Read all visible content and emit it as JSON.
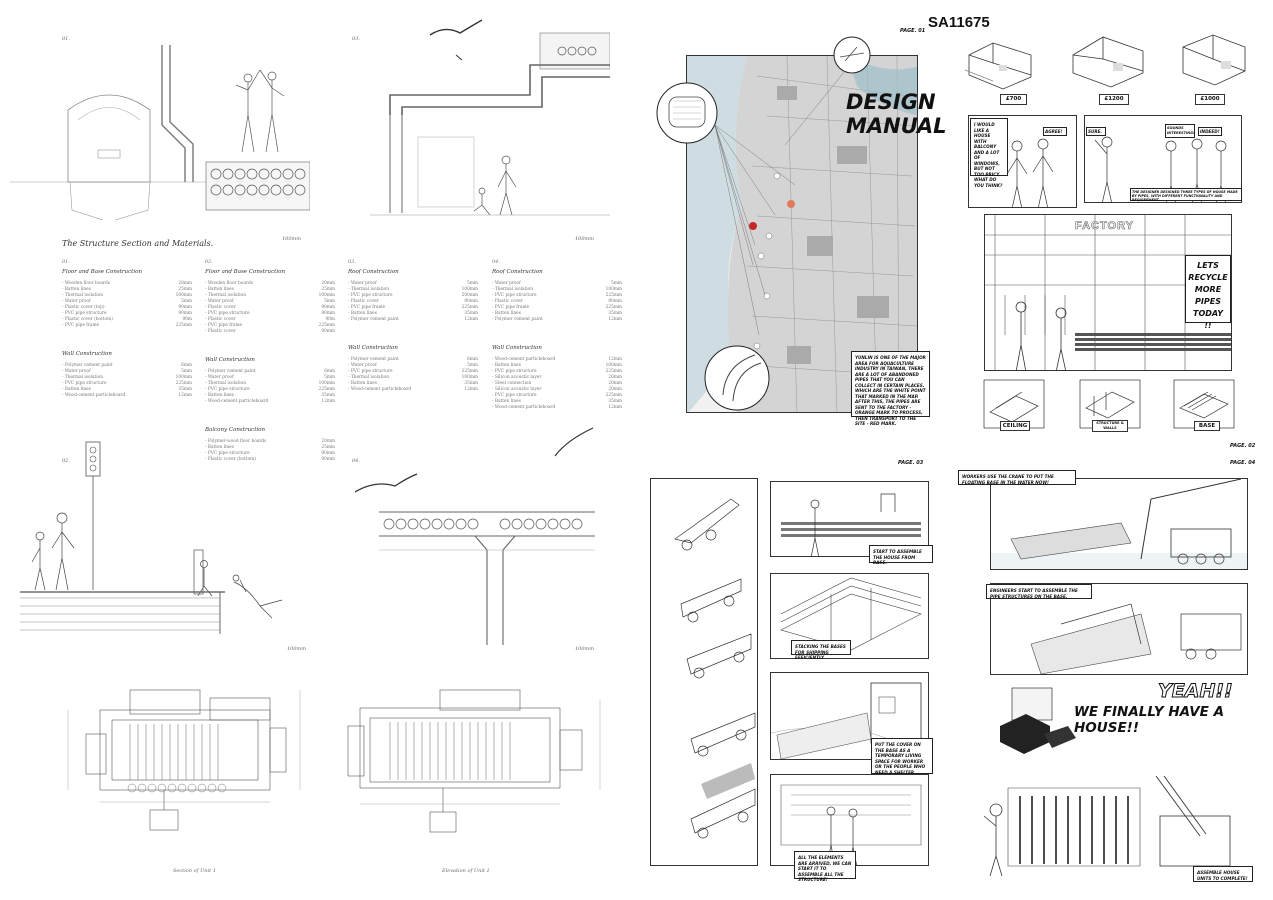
{
  "code": "SA11675",
  "left": {
    "drawing_nums": {
      "d1": "01.",
      "d2": "02.",
      "d3": "03.",
      "d4": "04."
    },
    "section_title": "The Structure Section and Materials.",
    "scale": "100mm",
    "columns": [
      {
        "num": "01.",
        "blocks": [
          {
            "heading": "Floor and Base Construction",
            "rows": [
              [
                "- Wooden floor boards",
                "20mm"
              ],
              [
                "- Batten lines",
                "25mm"
              ],
              [
                "- Thermal isolation",
                "100mm"
              ],
              [
                "- Water proof",
                "5mm"
              ],
              [
                "- Plastic cover (top)",
                "90mm"
              ],
              [
                "- PVC pipe structure",
                "90mm"
              ],
              [
                "- Plastic cover (bottom)",
                "90m"
              ],
              [
                "- PVC pipe frame",
                "225mm"
              ]
            ]
          },
          {
            "heading": "Wall Construction",
            "rows": [
              [
                "- Polymer cement paint",
                "6mm"
              ],
              [
                "- Water proof",
                "5mm"
              ],
              [
                "- Thermal isolation",
                "100mm"
              ],
              [
                "- PVC pipe structure",
                "225mm"
              ],
              [
                "- Batten lines",
                "35mm"
              ],
              [
                "- Wood-cement particleboard",
                "12mm"
              ]
            ]
          }
        ]
      },
      {
        "num": "02.",
        "blocks": [
          {
            "heading": "Floor and Base Construction",
            "rows": [
              [
                "- Wooden floor boards",
                "20mm"
              ],
              [
                "- Batten lines",
                "25mm"
              ],
              [
                "- Thermal isolation",
                "100mm"
              ],
              [
                "- Water proof",
                "5mm"
              ],
              [
                "- Plastic cover",
                "90mm"
              ],
              [
                "- PVC pipe structure",
                "90mm"
              ],
              [
                "- Plastic cover",
                "90m"
              ],
              [
                "- PVC pipe frame",
                "225mm"
              ],
              [
                "- Plastic cover",
                "90mm"
              ]
            ]
          },
          {
            "heading": "Wall Construction",
            "rows": [
              [
                "- Polymer cement paint",
                "6mm"
              ],
              [
                "- Water proof",
                "5mm"
              ],
              [
                "- Thermal isolation",
                "100mm"
              ],
              [
                "- PVC pipe structure",
                "225mm"
              ],
              [
                "- Batten lines",
                "35mm"
              ],
              [
                "- Wood-cement particleboard",
                "12mm"
              ]
            ]
          },
          {
            "heading": "Balcony Construction",
            "rows": [
              [
                "- Polymer-wood floor boards",
                "20mm"
              ],
              [
                "- Batten lines",
                "25mm"
              ],
              [
                "- PVC pipe structure",
                "90mm"
              ],
              [
                "- Plastic cover (bottom)",
                "90mm"
              ]
            ]
          }
        ]
      },
      {
        "num": "03.",
        "blocks": [
          {
            "heading": "Roof Construction",
            "rows": [
              [
                "- Water proof",
                "5mm"
              ],
              [
                "- Thermal isolation",
                "100mm"
              ],
              [
                "- PVC pipe structure",
                "200mm"
              ],
              [
                "- Plastic cover",
                "90mm"
              ],
              [
                "- PVC pipe frame",
                "225mm"
              ],
              [
                "- Batten lines",
                "35mm"
              ],
              [
                "- Polymer cement paint",
                "12mm"
              ]
            ]
          },
          {
            "heading": "Wall Construction",
            "rows": [
              [
                "- Polymer cement paint",
                "6mm"
              ],
              [
                "- Water proof",
                "5mm"
              ],
              [
                "- PVC pipe structure",
                "225mm"
              ],
              [
                "- Thermal isolation",
                "100mm"
              ],
              [
                "- Batten lines",
                "35mm"
              ],
              [
                "- Wood-cement particleboard",
                "12mm"
              ]
            ]
          }
        ]
      },
      {
        "num": "04.",
        "blocks": [
          {
            "heading": "Roof Construction",
            "rows": [
              [
                "- Water proof",
                "5mm"
              ],
              [
                "- Thermal isolation",
                "100mm"
              ],
              [
                "- PVC pipe structure",
                "225mm"
              ],
              [
                "- Plastic cover",
                "90mm"
              ],
              [
                "- PVC pipe frame",
                "225mm"
              ],
              [
                "- Batten lines",
                "35mm"
              ],
              [
                "- Polymer cement paint",
                "12mm"
              ]
            ]
          },
          {
            "heading": "Wall Construction",
            "rows": [
              [
                "- Wood-cement particleboard",
                "12mm"
              ],
              [
                "- Batten lines",
                "100mm"
              ],
              [
                "- PVC pipe structure",
                "225mm"
              ],
              [
                "- Silicon acoustic layer",
                "20mm"
              ],
              [
                "- Steel connection",
                "20mm"
              ],
              [
                "- Silicon acoustic layer",
                "20mm"
              ],
              [
                "- PVC pipe structure",
                "225mm"
              ],
              [
                "- Batten lines",
                "35mm"
              ],
              [
                "- Wood-cement particleboard",
                "12mm"
              ]
            ]
          }
        ]
      }
    ],
    "plan_captions": {
      "section": "Section of Unit 1",
      "elevation": "Elevation of Unit 1"
    }
  },
  "manual": {
    "page": "PAGE. 01",
    "title_line1": "DESIGN",
    "title_line2": "MANUAL",
    "note": "YUNLIN IS ONE OF THE MAJOR AREA FOR AQUACULTURE INDUSTRY IN TAIWAN, THERE ARE A LOT OF ABANDONED PIPES THAT YOU CAN COLLECT IN CERTAIN PLACES. WHICH ARE THE WHITE POINT THAT MARKED IN THE MAP. AFTER THIS, THE PIPES ARE SENT TO THE FACTORY - ORANGE MARK TO PROCESS, THEN TRANSPORT TO THE SITE - RED MARK."
  },
  "page2": {
    "page": "PAGE. 02",
    "prices": [
      "£700",
      "£1200",
      "£1000"
    ],
    "bubbles": {
      "q": "I WOULD LIKE A HOUSE WITH BALCONY AND A LOT OF WINDOWS, BUT NOT TOO PRICY. WHAT DO YOU THINK?",
      "a1": "AGREE!",
      "a2": "SURE.",
      "a3": "SOUNDS INTERESTING!",
      "a4": "INDEED!",
      "caption": "THE DESIGNER DESIGNED THREE TYPES OF HOUSE MADE BY PIPES, WITH DIFFERENT FUNCTIONALITY AND REQUIREMENT."
    },
    "factory": "FACTORY",
    "shout": "LETS RECYCLE MORE PIPES TODAY !!",
    "parts": [
      "CEILING",
      "STRUCTURE & WALLS",
      "BASE"
    ]
  },
  "page3": {
    "page": "PAGE. 03",
    "captions": [
      "START TO ASSEMBLE THE HOUSE FROM BASE.",
      "STACKING THE BASES FOR SHIPPING EFFICIENTLY.",
      "PUT THE COVER ON THE BASE AS A TEMPORARY LIVING SPACE FOR WORKER OR THE PEOPLE WHO NEED A SHELTER EMERGENTLY.",
      "ALL THE ELEMENTS ARE ARRIVED, WE CAN START IT TO ASSEMBLE ALL THE STRUCTURE!"
    ]
  },
  "page4": {
    "page": "PAGE. 04",
    "captions": [
      "WORKERS USE THE CRANE TO PUT THE FLOATING BASE IN THE WATER NOW!",
      "ENGINEERS START TO ASSEMBLE THE PIPE STRUCTURES ON THE BASE.",
      "ASSEMBLE HOUSE UNITS TO COMPLETE!"
    ],
    "yeah": "YEAH!!",
    "finally": "WE FINALLY HAVE A HOUSE!!"
  },
  "colors": {
    "ink": "#222222",
    "red": "#c62828",
    "orange": "#e07a5f",
    "water": "#7aa5b5"
  }
}
